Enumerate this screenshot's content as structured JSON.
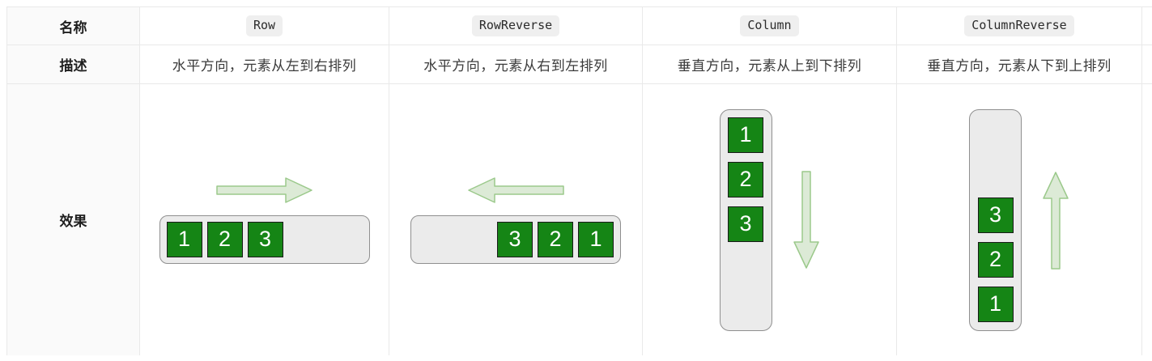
{
  "table": {
    "row_labels": {
      "name": "名称",
      "description": "描述",
      "effect": "效果"
    },
    "columns": [
      {
        "id": "row",
        "badge": "Row",
        "description": "水平方向，元素从左到右排列",
        "diagram": {
          "orientation": "horizontal",
          "arrow_direction": "right",
          "items_alignment": "start",
          "items": [
            "1",
            "2",
            "3"
          ]
        }
      },
      {
        "id": "row-reverse",
        "badge": "RowReverse",
        "description": "水平方向，元素从右到左排列",
        "diagram": {
          "orientation": "horizontal",
          "arrow_direction": "left",
          "items_alignment": "end",
          "items": [
            "3",
            "2",
            "1"
          ]
        }
      },
      {
        "id": "column",
        "badge": "Column",
        "description": "垂直方向，元素从上到下排列",
        "diagram": {
          "orientation": "vertical",
          "arrow_direction": "down",
          "items_alignment": "start",
          "items": [
            "1",
            "2",
            "3"
          ]
        }
      },
      {
        "id": "column-reverse",
        "badge": "ColumnReverse",
        "description": "垂直方向，元素从下到上排列",
        "diagram": {
          "orientation": "vertical",
          "arrow_direction": "up",
          "items_alignment": "end",
          "items": [
            "3",
            "2",
            "1"
          ]
        }
      }
    ],
    "colors": {
      "square_fill": "#158515",
      "square_border": "#1a1a1a",
      "square_text": "#ffffff",
      "arrow_fill": "#dcead6",
      "arrow_stroke": "#9bc98b",
      "tray_fill": "#ebebeb",
      "tray_border": "#8f8f8f",
      "badge_background": "#efefef",
      "grid_border": "#e9e9e9",
      "label_column_background": "#fafafa"
    }
  }
}
